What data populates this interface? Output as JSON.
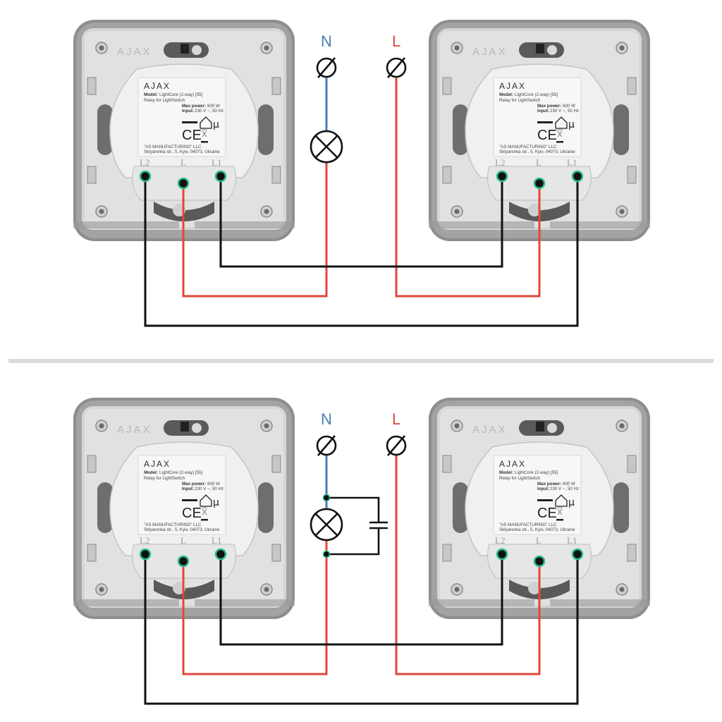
{
  "labels": {
    "neutral": "N",
    "line": "L"
  },
  "colors": {
    "neutral_wire": "#4a7fb5",
    "line_wire": "#e0473c",
    "traveler_wire": "#111111",
    "divider": "#dcdcdc"
  },
  "device": {
    "brand": "AJAX",
    "model_label": "Model:",
    "model_value": "LightCore (2-way) [55]",
    "subtitle": "Relay for LightSwitch",
    "max_power_label": "Max power:",
    "max_power_value": "600 W",
    "input_label": "Input:",
    "input_value": "230 V ~, 50 Hz",
    "mark_ce": "CE",
    "mark_micro": "μ",
    "manufacturer": "\"AS MANUFACTURING\" LLC",
    "address": "Sklyarenka str., 5, Kyiv, 04073, Ukraine",
    "terminals": [
      "L2",
      "L",
      "L1"
    ]
  },
  "diagrams": [
    {
      "name": "lamp-only"
    },
    {
      "name": "lamp-with-capacitor"
    }
  ]
}
